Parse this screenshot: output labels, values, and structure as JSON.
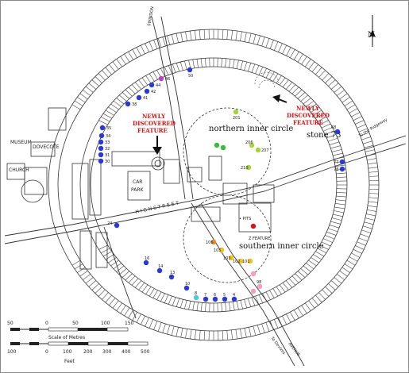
{
  "labels": {
    "northern_circle": "northern inner circle",
    "southern_circle": "southern inner circle",
    "stone73": "stone 73",
    "newly_left": [
      "NEWLY",
      "DISCOVERED",
      "FEATURE"
    ],
    "newly_right": [
      "NEWLY",
      "DISCOVERED",
      "FEATURE"
    ],
    "museum": "MUSEUM",
    "dovecote": "DOVECOTE",
    "church": "CHURCH",
    "car_park": [
      "CAR",
      "PARK"
    ],
    "high_street": "H I G H   S T R E E T",
    "pits": "• PITS",
    "z_feature": "Z FEATURE",
    "to_overton": "To the Ridgeway",
    "to_devizes": "To Devizes",
    "avenue": "AVENUE",
    "swindon": "SWINDON",
    "north": "N"
  },
  "scale": {
    "metres_title": "Scale of Metres",
    "metres_ticks": [
      "50",
      "0",
      "50",
      "100",
      "150"
    ],
    "feet_ticks": [
      "100",
      "0",
      "100",
      "200",
      "300",
      "400",
      "500"
    ],
    "feet_label": "Feet"
  },
  "stones": {
    "left_arc": [
      "46",
      "44",
      "42",
      "41",
      "38",
      "35",
      "34",
      "33",
      "32",
      "31",
      "30"
    ],
    "north": "50",
    "east_68": "68",
    "east_77": "77",
    "east_78": "78",
    "west_24": "24",
    "south_arc": [
      "16",
      "14",
      "13",
      "10",
      "8",
      "7",
      "6",
      "5",
      "4"
    ],
    "north_inner": [
      "201",
      "206",
      "207",
      "210"
    ],
    "south_inner": [
      "106",
      "105",
      "103",
      "102",
      "101"
    ],
    "south_extra": "98"
  },
  "colors": {
    "outer_stone": "#2a3ad0",
    "north_inner_stone": "#a6d23a",
    "north_inner_dark": "#3cba3c",
    "south_inner_stone": "#f0c020",
    "pink_stone": "#f0a0c0",
    "orange_stone": "#f08a20",
    "red_text": "#e01010",
    "pits": "#d01818",
    "purple_stone": "#c040c0"
  }
}
